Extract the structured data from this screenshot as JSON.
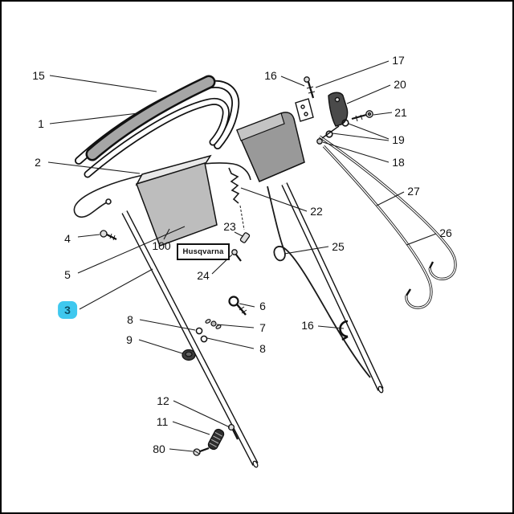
{
  "brand_label": "Husqvarna",
  "highlight_color": "#3fc8ef",
  "highlight_text_color": "#0c4f66",
  "callouts": [
    {
      "label": "15"
    },
    {
      "label": "1"
    },
    {
      "label": "2"
    },
    {
      "label": "4"
    },
    {
      "label": "5"
    },
    {
      "label": "3",
      "highlighted": true
    },
    {
      "label": "100"
    },
    {
      "label": "8"
    },
    {
      "label": "9"
    },
    {
      "label": "12"
    },
    {
      "label": "11"
    },
    {
      "label": "80"
    },
    {
      "label": "23"
    },
    {
      "label": "24"
    },
    {
      "label": "22"
    },
    {
      "label": "25"
    },
    {
      "label": "16"
    },
    {
      "label": "17"
    },
    {
      "label": "20"
    },
    {
      "label": "21"
    },
    {
      "label": "19"
    },
    {
      "label": "18"
    },
    {
      "label": "27"
    },
    {
      "label": "26"
    },
    {
      "label": "6"
    },
    {
      "label": "7"
    },
    {
      "label": "8"
    },
    {
      "label": "16"
    }
  ]
}
